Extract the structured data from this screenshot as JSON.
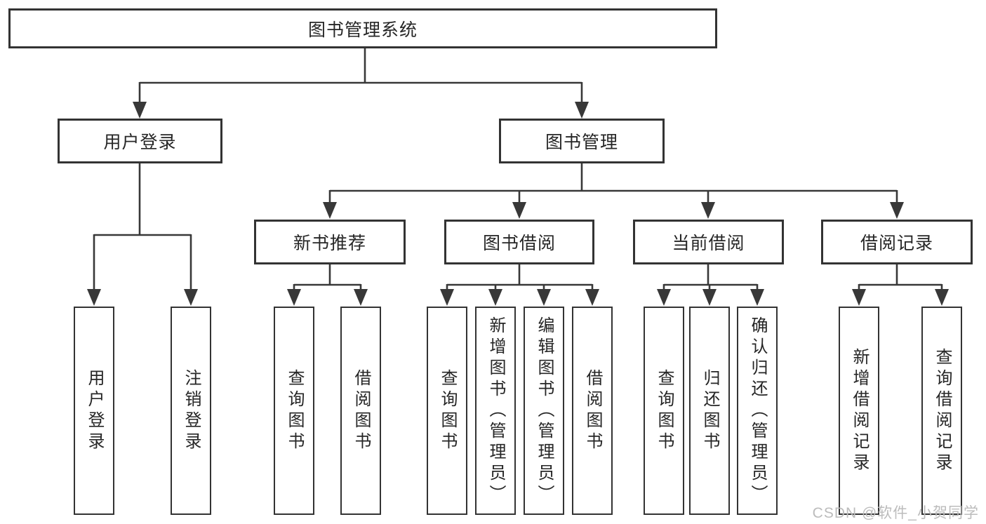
{
  "tree": {
    "root": {
      "label": "图书管理系统"
    },
    "branches": [
      {
        "label": "用户登录",
        "children": [
          {
            "label": "用户登录"
          },
          {
            "label": "注销登录"
          }
        ]
      },
      {
        "label": "图书管理",
        "sections": [
          {
            "label": "新书推荐",
            "children": [
              {
                "label": "查询图书"
              },
              {
                "label": "借阅图书"
              }
            ]
          },
          {
            "label": "图书借阅",
            "children": [
              {
                "label": "查询图书"
              },
              {
                "label": "新增图书（管理员）"
              },
              {
                "label": "编辑图书（管理员）"
              },
              {
                "label": "借阅图书"
              }
            ]
          },
          {
            "label": "当前借阅",
            "children": [
              {
                "label": "查询图书"
              },
              {
                "label": "归还图书"
              },
              {
                "label": "确认归还（管理员）"
              }
            ]
          },
          {
            "label": "借阅记录",
            "children": [
              {
                "label": "新增借阅记录"
              },
              {
                "label": "查询借阅记录"
              }
            ]
          }
        ]
      }
    ]
  },
  "watermark": "CSDN @软件_小贺同学",
  "colors": {
    "line": "#383838",
    "border": "#333333",
    "text": "#262626",
    "watermark": "#bcbcbc",
    "background": "#ffffff"
  }
}
